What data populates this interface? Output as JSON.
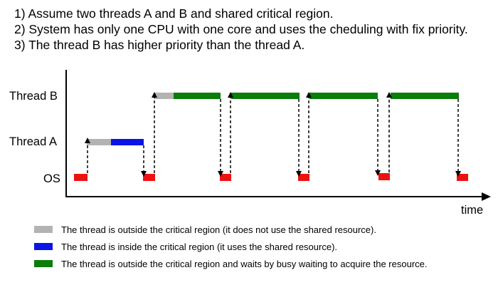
{
  "assumptions": [
    "1) Assume two threads A and B and shared critical region.",
    "2) System has only one CPU with one core and uses the cheduling with fix priority.",
    "3) The thread B has higher priority than the thread A."
  ],
  "lanes": {
    "thread_b": "Thread B",
    "thread_a": "Thread A",
    "os": "OS"
  },
  "axis": {
    "time_label": "time"
  },
  "colors": {
    "outside_region": "#b3b3b3",
    "inside_region": "#0a14e6",
    "busy_waiting": "#0a7d0a",
    "os": "#ee1111"
  },
  "legend": [
    {
      "color_key": "outside_region",
      "label": "The thread is outside the critical region (it does not use the shared resource)."
    },
    {
      "color_key": "inside_region",
      "label": "The thread is inside the critical region (it uses the shared resource)."
    },
    {
      "color_key": "busy_waiting",
      "label": "The thread  is outside the critical region and waits by busy waiting to acquire the resource."
    }
  ]
}
